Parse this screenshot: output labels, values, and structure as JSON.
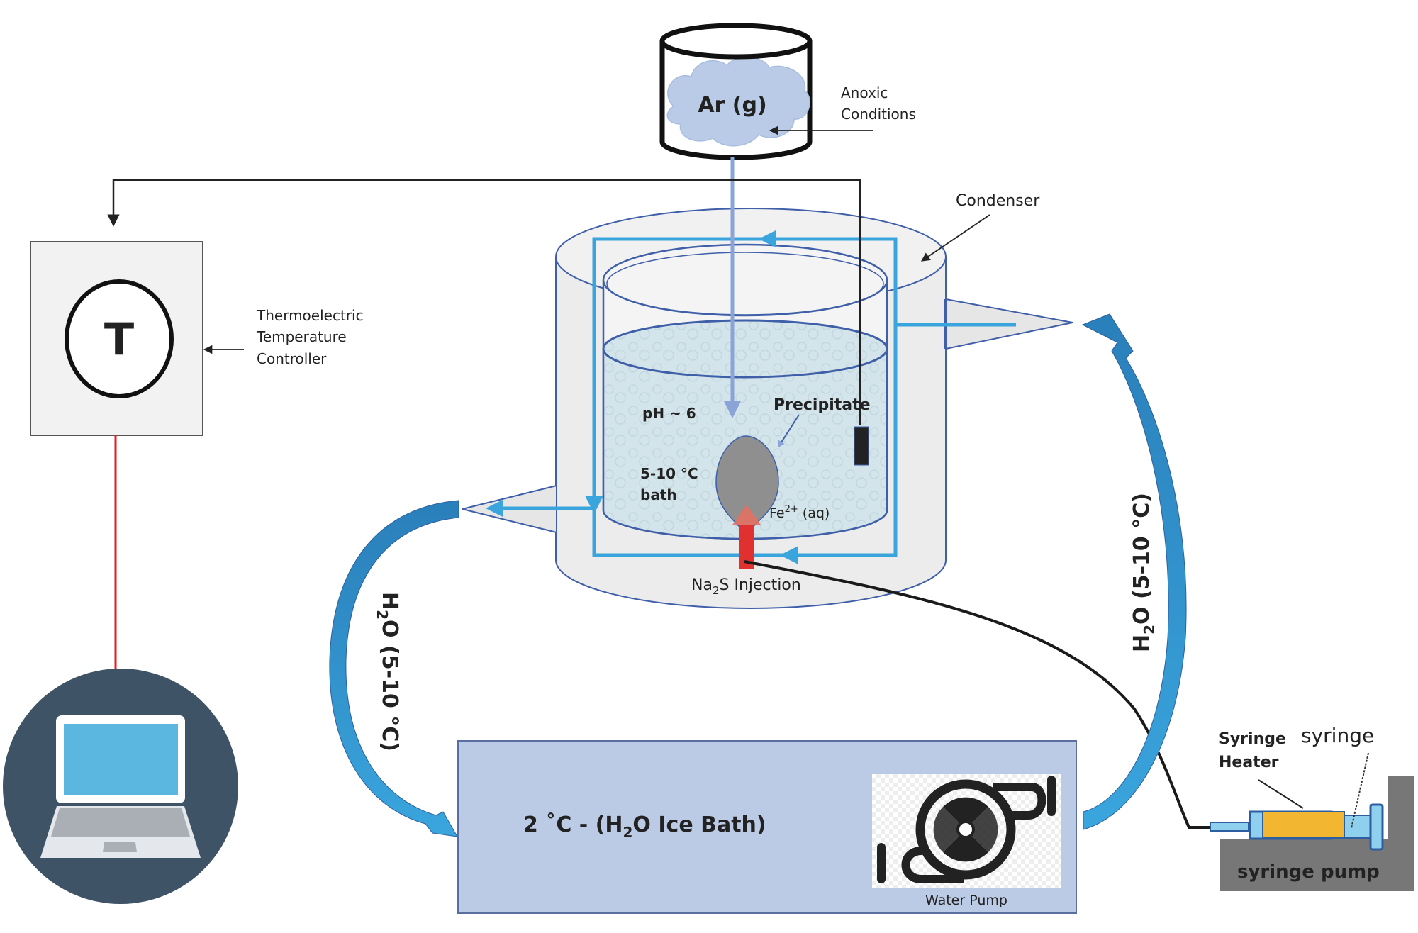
{
  "figure": {
    "gas_source": {
      "label": "Ar (g)",
      "annotation_line1": "Anoxic",
      "annotation_line2": "Conditions"
    },
    "controller": {
      "symbol": "T",
      "label_line1": "Thermoelectric",
      "label_line2": "Temperature",
      "label_line3": "Controller"
    },
    "condenser": {
      "label": "Condenser"
    },
    "reactor": {
      "ph_label": "pH ~ 6",
      "temp_label_line1": "5-10 °C",
      "temp_label_line2": "bath",
      "precipitate_label": "Precipitate",
      "iron_label": "Fe",
      "iron_charge": "2+",
      "iron_state": " (aq)",
      "injection_prefix": "Na",
      "injection_sub": "2",
      "injection_suffix": "S Injection"
    },
    "flow_left": {
      "prefix": "H",
      "sub": "2",
      "suffix": "O (5-10 °C)"
    },
    "flow_right": {
      "prefix": "H",
      "sub": "2",
      "suffix": "O (5-10 °C)"
    },
    "ice_bath": {
      "prefix": "2 ˚C -  (H",
      "sub": "2",
      "suffix": "O Ice Bath)"
    },
    "water_pump": {
      "label": "Water Pump"
    },
    "syringe_pump": {
      "heater_line1": "Syringe",
      "heater_line2": "Heater",
      "syringe_label": "syringe",
      "pump_label": "syringe pump"
    },
    "computer": {
      "icon": "laptop-icon"
    }
  },
  "colors": {
    "water_flow": "#3aa5dd",
    "flow_arrow": "#2e8fcf",
    "vessel_outline": "#3f5fa8",
    "ice_bath_fill": "#bccbe5",
    "signal_wire": "#e02020",
    "injector": "#e03030",
    "heater": "#f2b630",
    "laptop_bg": "#3f5366"
  }
}
